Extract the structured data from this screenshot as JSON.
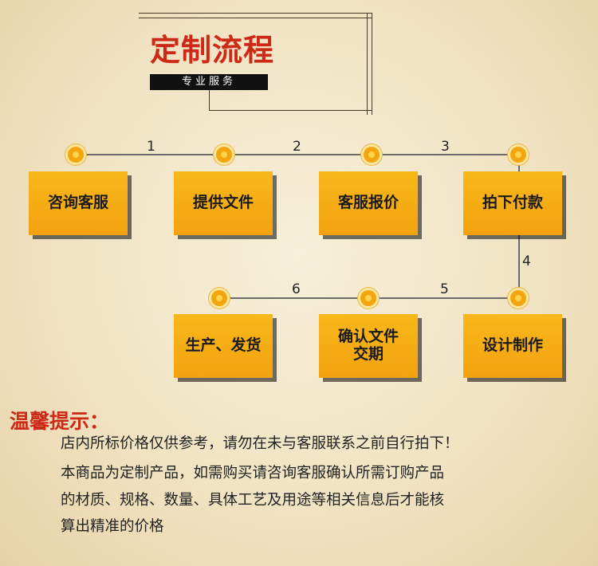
{
  "header": {
    "title": "定制流程",
    "subtitle": "专业服务"
  },
  "steps": [
    {
      "label": "咨询客服"
    },
    {
      "label": "提供文件"
    },
    {
      "label": "客服报价"
    },
    {
      "label": "拍下付款"
    },
    {
      "label": "设计制作"
    },
    {
      "label": "确认文件\n交期"
    },
    {
      "label": "生产、发货"
    }
  ],
  "connectors": [
    "1",
    "2",
    "3",
    "4",
    "5",
    "6"
  ],
  "tips": {
    "title": "温馨提示：",
    "lines": [
      "店内所标价格仅供参考，请勿在未与客服联系之前自行拍下！",
      "本商品为定制产品，如需购买请咨询客服确认所需订购产品",
      "的材质、规格、数量、具体工艺及用途等相关信息后才能核",
      "算出精准的价格"
    ]
  }
}
